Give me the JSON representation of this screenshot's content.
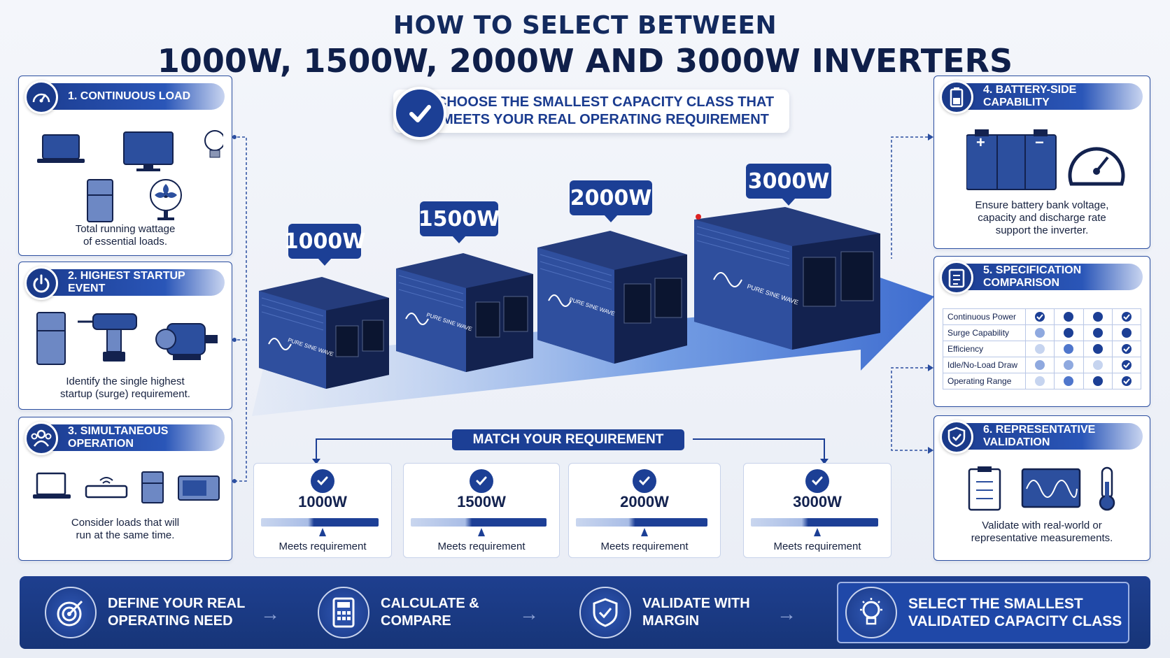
{
  "header": {
    "title_line1": "HOW TO SELECT BETWEEN",
    "title_line2": "1000W, 1500W, 2000W AND 3000W INVERTERS",
    "banner_line1": "CHOOSE THE SMALLEST CAPACITY CLASS THAT",
    "banner_line2": "MEETS YOUR REAL OPERATING REQUIREMENT"
  },
  "left_cards": [
    {
      "title": "1. CONTINUOUS LOAD",
      "text_line1": "Total running wattage",
      "text_line2": "of essential loads."
    },
    {
      "title": "2. HIGHEST STARTUP EVENT",
      "text_line1": "Identify the single highest",
      "text_line2": "startup (surge) requirement."
    },
    {
      "title": "3. SIMULTANEOUS OPERATION",
      "text_line1": "Consider loads that will",
      "text_line2": "run at the same time."
    }
  ],
  "right_cards": {
    "battery": {
      "title": "4. BATTERY-SIDE CAPABILITY",
      "text_line1": "Ensure battery bank voltage,",
      "text_line2": "capacity and discharge rate",
      "text_line3": "support the inverter.",
      "plus": "+",
      "minus": "−"
    },
    "spec": {
      "title": "5. SPECIFICATION COMPARISON",
      "rows": [
        {
          "label": "Continuous Power",
          "levels": [
            "check",
            "dark",
            "dark",
            "check"
          ]
        },
        {
          "label": "Surge Capability",
          "levels": [
            "light",
            "dark",
            "dark",
            "dark"
          ]
        },
        {
          "label": "Efficiency",
          "levels": [
            "pale",
            "mid",
            "dark",
            "check"
          ]
        },
        {
          "label": "Idle/No-Load Draw",
          "levels": [
            "light",
            "light",
            "pale",
            "check"
          ]
        },
        {
          "label": "Operating Range",
          "levels": [
            "pale",
            "mid",
            "dark",
            "check"
          ]
        }
      ]
    },
    "validation": {
      "title": "6. REPRESENTATIVE VALIDATION",
      "text_line1": "Validate with real-world or",
      "text_line2": "representative measurements."
    }
  },
  "inverters": [
    {
      "label": "1000W",
      "brand": "PURE SINE WAVE"
    },
    {
      "label": "1500W",
      "brand": "PURE SINE WAVE"
    },
    {
      "label": "2000W",
      "brand": "PURE SINE WAVE"
    },
    {
      "label": "3000W",
      "brand": "PURE SINE WAVE"
    }
  ],
  "match": {
    "title": "MATCH YOUR REQUIREMENT",
    "cards": [
      {
        "watt": "1000W",
        "status": "Meets requirement"
      },
      {
        "watt": "1500W",
        "status": "Meets requirement"
      },
      {
        "watt": "2000W",
        "status": "Meets requirement"
      },
      {
        "watt": "3000W",
        "status": "Meets requirement"
      }
    ]
  },
  "footer": {
    "steps": [
      {
        "line1": "DEFINE YOUR REAL",
        "line2": "OPERATING NEED",
        "icon": "target-icon"
      },
      {
        "line1": "CALCULATE &",
        "line2": "COMPARE",
        "icon": "calculator-icon"
      },
      {
        "line1": "VALIDATE WITH",
        "line2": "MARGIN",
        "icon": "shield-check-icon"
      },
      {
        "line1": "SELECT THE SMALLEST",
        "line2": "VALIDATED CAPACITY CLASS",
        "icon": "lightbulb-icon"
      }
    ]
  },
  "colors": {
    "primary": "#1c3f95",
    "dark": "#13224f",
    "accent": "#2a56b8"
  }
}
